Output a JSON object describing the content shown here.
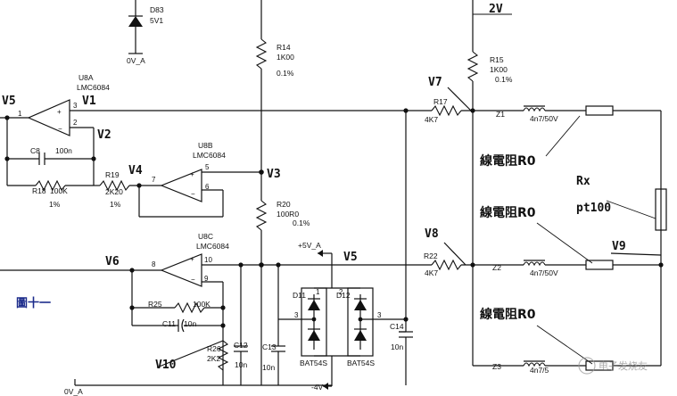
{
  "title": "圖十一",
  "watermark": "电子发烧友",
  "nets": {
    "v1": "V1",
    "v2": "V2",
    "v3": "V3",
    "v4": "V4",
    "v5": "V5",
    "v5b": "V5",
    "v6": "V6",
    "v7": "V7",
    "v8": "V8",
    "v9": "V9",
    "v10": "V10",
    "v2ref": "2V",
    "rx": "Rx",
    "pt100": "pt100"
  },
  "wire_res_label": "線電阻R0",
  "power": {
    "pos": "+5V_A",
    "neg": "-4V",
    "gnd_top": "0V_A",
    "gnd_bottom": "0V_A"
  },
  "d83": {
    "ref": "D83",
    "value": "5V1"
  },
  "u8a": {
    "ref": "U8A",
    "part": "LMC6084",
    "p_in": "3",
    "n_in": "2",
    "out": "1"
  },
  "u8b": {
    "ref": "U8B",
    "part": "LMC6084",
    "p_in": "5",
    "n_in": "6",
    "out": "7"
  },
  "u8c": {
    "ref": "U8C",
    "part": "LMC6084",
    "p_in": "10",
    "n_in": "9",
    "out": "8"
  },
  "r14": {
    "ref": "R14",
    "value": "1K00",
    "tol": "0.1%"
  },
  "r15": {
    "ref": "R15",
    "value": "1K00",
    "tol": "0.1%"
  },
  "r17": {
    "ref": "R17",
    "value": "4K7"
  },
  "r18": {
    "ref": "R18",
    "value": "100K",
    "tol": "1%"
  },
  "r19": {
    "ref": "R19",
    "value": "2K20",
    "tol": "1%"
  },
  "r20": {
    "ref": "R20",
    "value": "100R0",
    "tol": "0.1%"
  },
  "r22": {
    "ref": "R22",
    "value": "4K7"
  },
  "r25": {
    "ref": "R25",
    "value": "100K"
  },
  "r26": {
    "ref": "R26",
    "value": "2K2"
  },
  "c8": {
    "ref": "C8",
    "value": "100n"
  },
  "c11": {
    "ref": "C11",
    "value": "10n"
  },
  "c12": {
    "ref": "C12",
    "value": "10n"
  },
  "c13": {
    "ref": "C13",
    "value": "10n"
  },
  "c14": {
    "ref": "C14",
    "value": "10n"
  },
  "d11": {
    "ref": "D11",
    "part": "BAT54S"
  },
  "d12": {
    "ref": "D12",
    "part": "BAT54S"
  },
  "diode_pins": {
    "p1": "1",
    "p2": "2",
    "p3": "3"
  },
  "z1": {
    "ref": "Z1",
    "value": "4n7/50V"
  },
  "z2": {
    "ref": "Z2",
    "value": "4n7/50V"
  },
  "z3": {
    "ref": "Z3",
    "value": "4n7/5"
  }
}
